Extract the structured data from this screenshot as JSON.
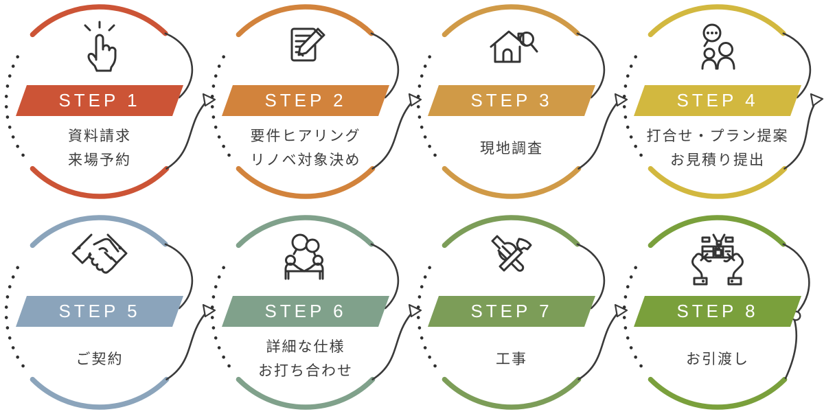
{
  "background": "#ffffff",
  "line_color": "#3a3a3a",
  "dot_color": "#2f2f2f",
  "steps": [
    {
      "label": "STEP 1",
      "description": "資料請求\n来場予約",
      "color": "#cc5436",
      "icon": "tap-hand-icon"
    },
    {
      "label": "STEP 2",
      "description": "要件ヒアリング\nリノベ対象決め",
      "color": "#d2833c",
      "icon": "memo-pencil-icon"
    },
    {
      "label": "STEP 3",
      "description": "現地調査",
      "color": "#d09a47",
      "icon": "house-magnifier-icon"
    },
    {
      "label": "STEP 4",
      "description": "打合せ・プラン提案\nお見積り提出",
      "color": "#d2b83f",
      "icon": "family-chat-icon"
    },
    {
      "label": "STEP 5",
      "description": "ご契約",
      "color": "#8ba4bb",
      "icon": "handshake-icon"
    },
    {
      "label": "STEP 6",
      "description": "詳細な仕様\nお打ち合わせ",
      "color": "#80a18b",
      "icon": "meeting-table-icon"
    },
    {
      "label": "STEP 7",
      "description": "工事",
      "color": "#7c9d58",
      "icon": "tools-icon"
    },
    {
      "label": "STEP 8",
      "description": "お引渡し",
      "color": "#7aa03c",
      "icon": "kitchen-handover-icon"
    }
  ]
}
